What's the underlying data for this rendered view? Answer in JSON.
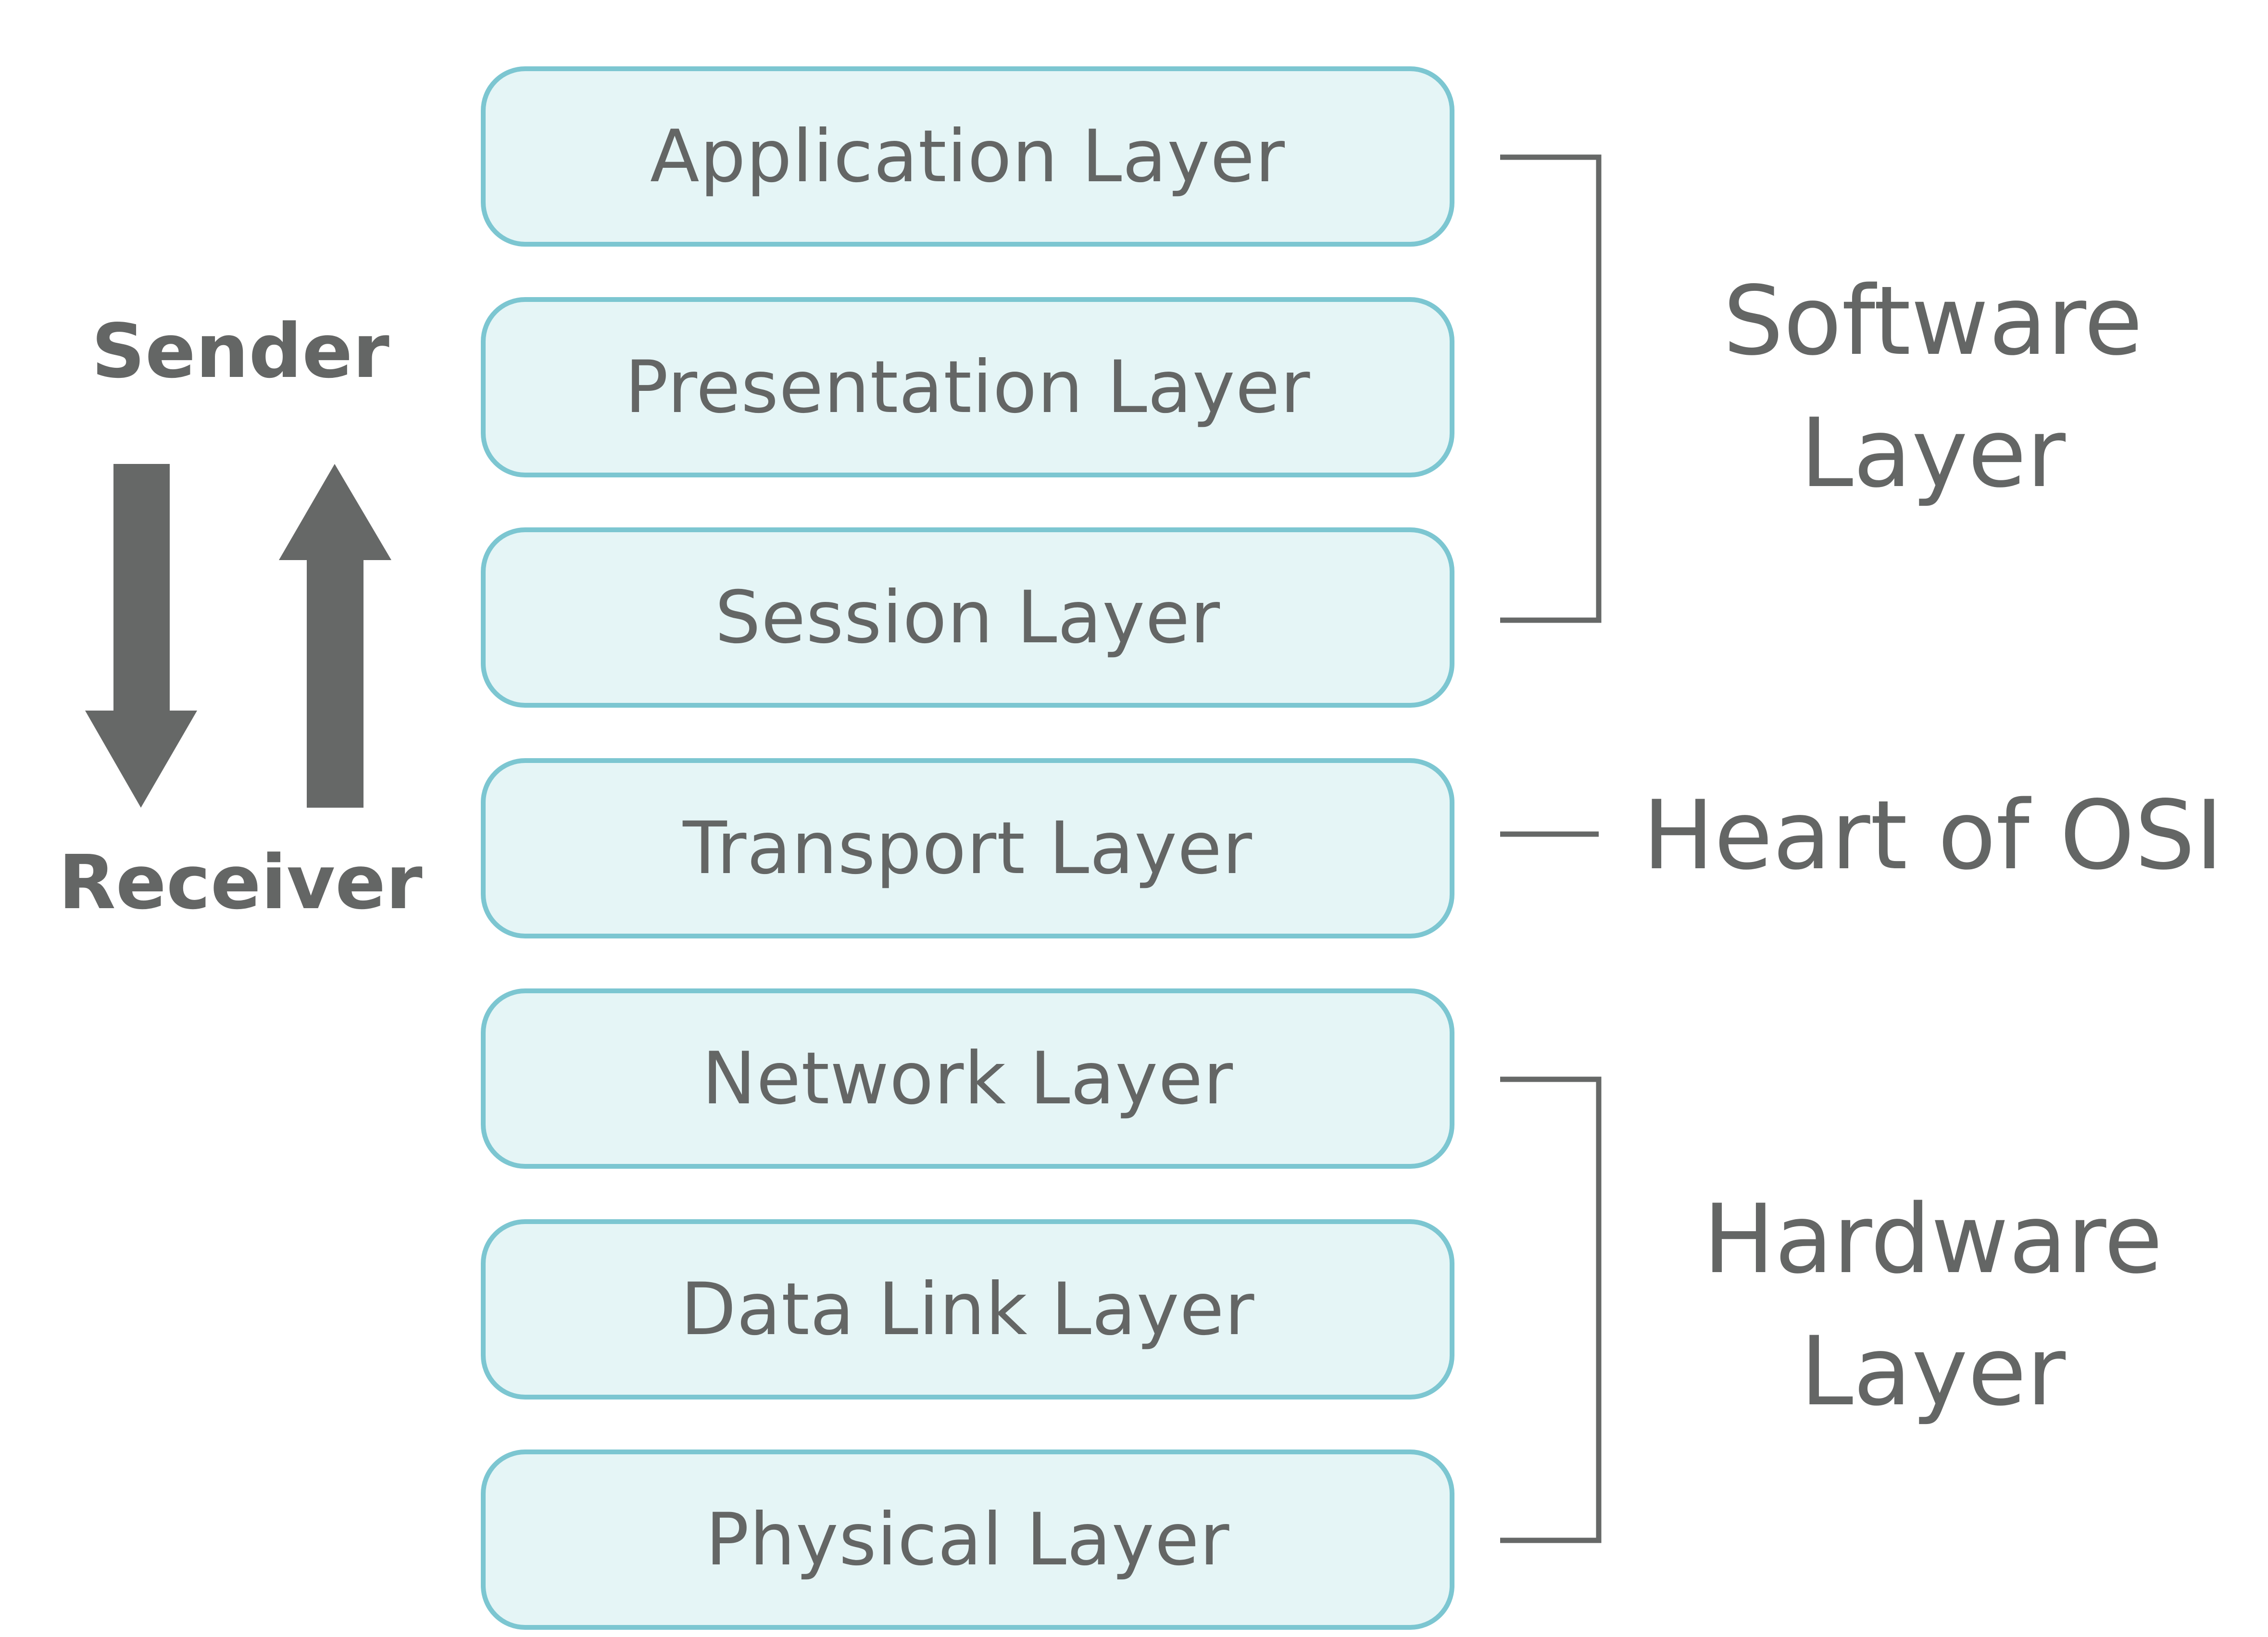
{
  "layers": [
    {
      "label": "Application Layer"
    },
    {
      "label": "Presentation Layer"
    },
    {
      "label": "Session Layer"
    },
    {
      "label": "Transport Layer"
    },
    {
      "label": "Network Layer"
    },
    {
      "label": "Data Link Layer"
    },
    {
      "label": "Physical Layer"
    }
  ],
  "direction": {
    "sender": "Sender",
    "receiver": "Receiver"
  },
  "groups": {
    "software": {
      "line1": "Software",
      "line2": "Layer"
    },
    "transport": {
      "label": "Heart of OSI"
    },
    "hardware": {
      "line1": "Hardware",
      "line2": "Layer"
    }
  },
  "colors": {
    "box_fill": "#e5f5f6",
    "box_border": "#7cc6d1",
    "text": "#646665",
    "arrows_and_brackets": "#666867"
  }
}
